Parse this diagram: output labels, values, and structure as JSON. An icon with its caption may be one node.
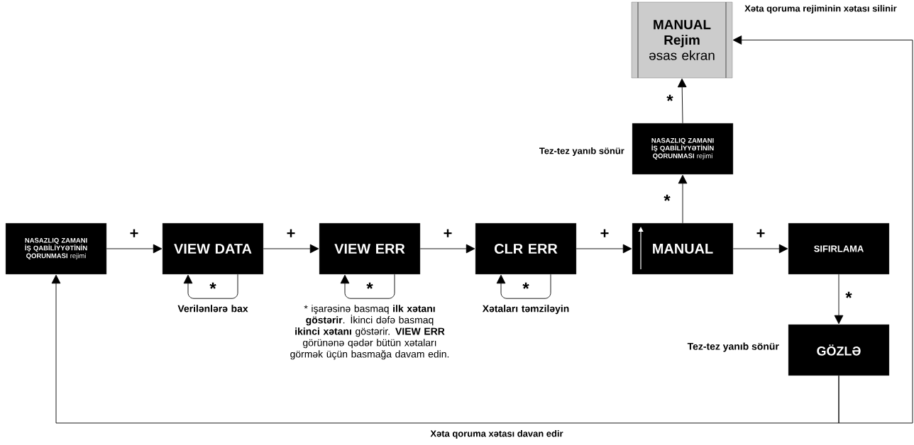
{
  "diagram": {
    "nodes": [
      {
        "text": [
          "**NASAZLIQ ZAMANI İŞ QABİLİYYƏTİNİN QORUNMASI** rejimi"
        ]
      },
      {
        "text": [
          "VIEW DATA"
        ],
        "beside": [
          "Verilənlərə bax"
        ]
      },
      {
        "text": [
          "VIEW ERR"
        ],
        "beside": [
          "* işarəsinə basmaq **ilk xətanı göstərir**. İkinci dəfə basmaq **ikinci xətanı** göstərir. **VIEW ERR** görünənə qədər bütün xətaları görmək üçün basmağa davam edin."
        ]
      },
      {
        "text": [
          "CLR ERR"
        ],
        "beside": [
          "Xətaları təmziləyin"
        ]
      },
      {
        "text": [
          "MANUAL"
        ]
      },
      {
        "text": [
          "SIFIRLAMA"
        ]
      },
      {
        "text": [
          "GÖZLƏ"
        ],
        "beside": [
          "Tez-tez yanıb sönür"
        ]
      },
      {
        "text": [
          "**NASAZLIQ ZAMANI İŞ QABİLİYYƏTİNİN QORUNMASI** rejimi"
        ],
        "beside": [
          "Tez-tez yanıb sönür"
        ]
      },
      {
        "text": [
          "**MANUAL Rejim** əsas ekran"
        ]
      }
    ],
    "edges": [
      {
        "from": 0,
        "to": 1,
        "arrow": "to",
        "label": "+"
      },
      {
        "from": 1,
        "to": 2,
        "arrow": "to",
        "label": "+"
      },
      {
        "from": 2,
        "to": 3,
        "arrow": "to",
        "label": "+"
      },
      {
        "from": 3,
        "to": 4,
        "arrow": "to",
        "label": "+"
      },
      {
        "from": 4,
        "to": 5,
        "arrow": "to",
        "label": "+"
      },
      {
        "from": 4,
        "to": 7,
        "arrow": "to",
        "label": "*"
      },
      {
        "from": 7,
        "to": 8,
        "arrow": "to",
        "label": "*"
      },
      {
        "from": 5,
        "to": 6,
        "arrow": "to",
        "label": "*"
      },
      {
        "from": 1,
        "to": 1,
        "arrow": "to",
        "label": "*"
      },
      {
        "from": 2,
        "to": 2,
        "arrow": "to",
        "label": "*"
      },
      {
        "from": 3,
        "to": 3,
        "arrow": "to",
        "label": "*"
      },
      {
        "from": 6,
        "to": 0,
        "arrow": "to",
        "label": "Xəta qoruma xətası davan edir"
      },
      {
        "from": 6,
        "to": 8,
        "arrow": "to",
        "label": "Xəta qoruma rejiminin xətası silinir"
      }
    ]
  }
}
